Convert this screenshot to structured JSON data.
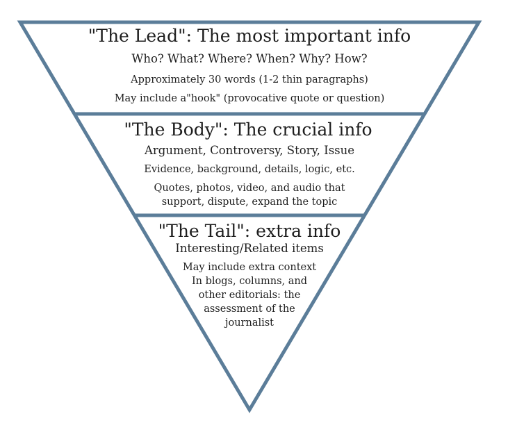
{
  "colors": {
    "outline": "#5b7d99",
    "text": "#1e1e1e",
    "background": "#ffffff"
  },
  "sections": {
    "lead": {
      "title": "\"The Lead\": The most important info",
      "line1": "Who? What? Where? When? Why? How?",
      "line2": "Approximately 30 words (1-2 thin paragraphs)",
      "line3": "May include a\"hook\" (provocative quote or question)"
    },
    "body": {
      "title": "\"The Body\": The crucial info",
      "line1": "Argument, Controversy, Story, Issue",
      "line2": "Evidence, background, details, logic, etc.",
      "line3a": "Quotes, photos, video, and audio that",
      "line3b": "support, dispute, expand the topic"
    },
    "tail": {
      "title": "\"The Tail\": extra info",
      "line1": "Interesting/Related items",
      "line2": "May include extra context",
      "line3": "In blogs, columns, and",
      "line4": "other editorials: the",
      "line5": "assessment of the",
      "line6": "journalist"
    }
  }
}
